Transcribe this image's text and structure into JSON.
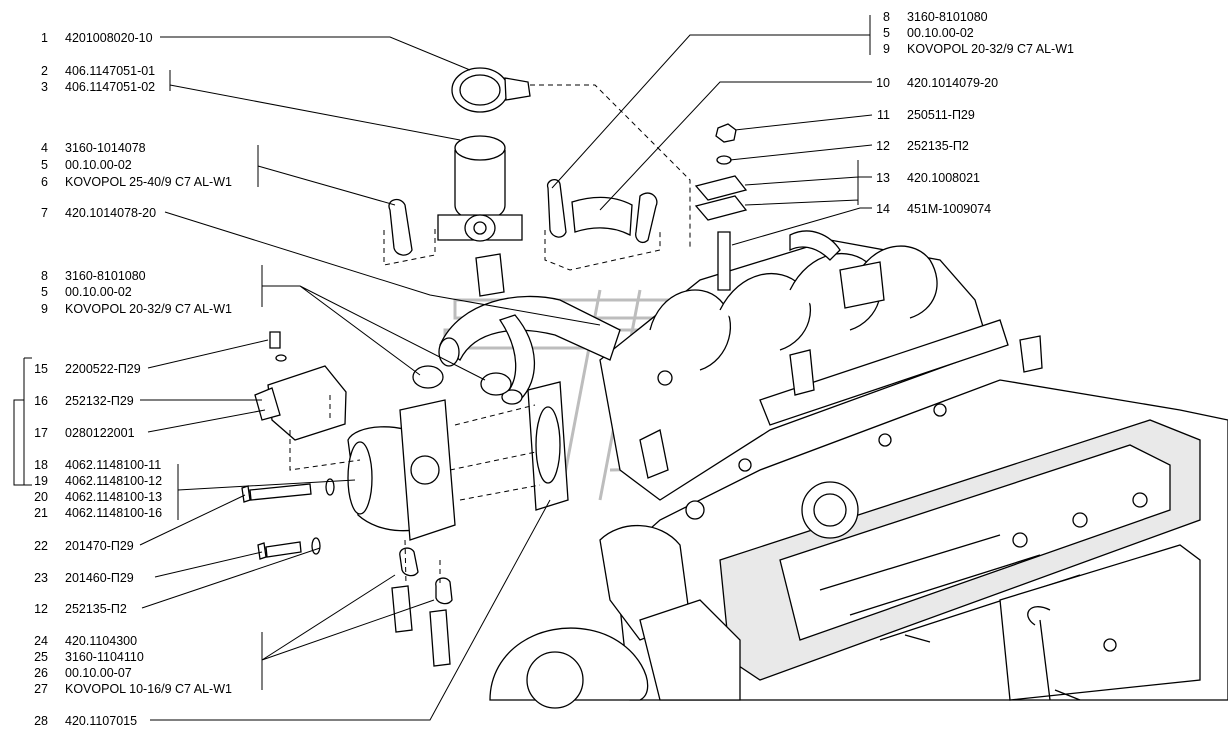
{
  "callouts": [
    {
      "no": "1",
      "code": "4201008020-10"
    },
    {
      "no": "2",
      "code": "406.1147051-01"
    },
    {
      "no": "3",
      "code": "406.1147051-02"
    },
    {
      "no": "4",
      "code": "3160-1014078"
    },
    {
      "no": "5",
      "code": "00.10.00-02"
    },
    {
      "no": "6",
      "code": "KOVOPOL 25-40/9 C7 AL-W1"
    },
    {
      "no": "7",
      "code": "420.1014078-20"
    },
    {
      "no": "8",
      "code": "3160-8101080"
    },
    {
      "no": "5",
      "code": "00.10.00-02"
    },
    {
      "no": "9",
      "code": "KOVOPOL 20-32/9 C7 AL-W1"
    },
    {
      "no": "15",
      "code": "2200522-П29"
    },
    {
      "no": "16",
      "code": "252132-П29"
    },
    {
      "no": "17",
      "code": "0280122001"
    },
    {
      "no": "18",
      "code": "4062.1148100-11"
    },
    {
      "no": "19",
      "code": "4062.1148100-12"
    },
    {
      "no": "20",
      "code": "4062.1148100-13"
    },
    {
      "no": "21",
      "code": "4062.1148100-16"
    },
    {
      "no": "22",
      "code": "201470-П29"
    },
    {
      "no": "23",
      "code": "201460-П29"
    },
    {
      "no": "12",
      "code": "252135-П2"
    },
    {
      "no": "24",
      "code": "420.1104300"
    },
    {
      "no": "25",
      "code": "3160-1104110"
    },
    {
      "no": "26",
      "code": "00.10.00-07"
    },
    {
      "no": "27",
      "code": "KOVOPOL 10-16/9 C7 AL-W1"
    },
    {
      "no": "28",
      "code": "420.1107015"
    },
    {
      "no": "8",
      "code": "3160-8101080"
    },
    {
      "no": "5",
      "code": "00.10.00-02"
    },
    {
      "no": "9",
      "code": "KOVOPOL 20-32/9 C7 AL-W1"
    },
    {
      "no": "10",
      "code": "420.1014079-20"
    },
    {
      "no": "11",
      "code": "250511-П29"
    },
    {
      "no": "12",
      "code": "252135-П2"
    },
    {
      "no": "13",
      "code": "420.1008021"
    },
    {
      "no": "14",
      "code": "451M-1009074"
    }
  ]
}
